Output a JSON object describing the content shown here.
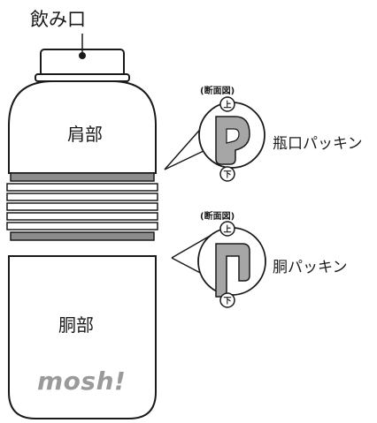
{
  "labels": {
    "mouth": "飲み口",
    "shoulder": "肩部",
    "body": "胴部",
    "logo": "mosh!",
    "section_top": "(断面図)",
    "section_bottom": "(断面図)",
    "neck_packing": "瓶口パッキン",
    "body_packing": "胴パッキン",
    "upper_mark_1": "上",
    "lower_mark_1": "下",
    "upper_mark_2": "上",
    "lower_mark_2": "下"
  },
  "colors": {
    "outline": "#1a1a1a",
    "packing_gray": "#a6a6a6",
    "thread_gray": "#8c8c8c",
    "logo_gray": "#9a9a9a",
    "background": "#ffffff"
  }
}
